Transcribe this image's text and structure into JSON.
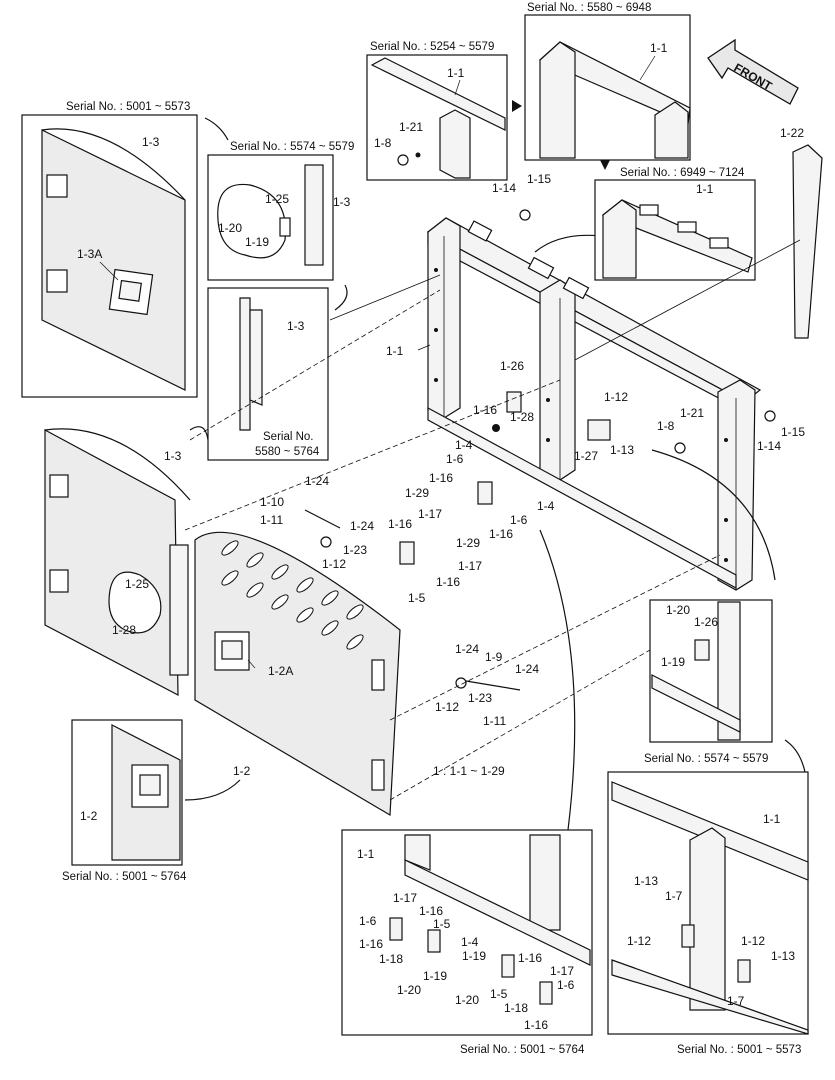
{
  "serials": {
    "s5580_6948": "Serial No. : 5580 ~ 6948",
    "s5254_5579": "Serial No. : 5254 ~ 5579",
    "s5001_5573_top": "Serial No. : 5001 ~ 5573",
    "s5574_5579_top": "Serial No. : 5574 ~ 5579",
    "s6949_7124": "Serial No. : 6949 ~ 7124",
    "s5580_5764_line1": "Serial No.",
    "s5580_5764_line2": "5580 ~ 5764",
    "s5574_5579_mid": "Serial No. : 5574 ~ 5579",
    "s5001_5764_left": "Serial No. : 5001 ~ 5764",
    "s5001_5764_bottom": "Serial No. : 5001 ~ 5764",
    "s5001_5573_bottom": "Serial No. : 5001 ~ 5573"
  },
  "front_arrow": "FRONT",
  "summary": "1 : 1-1 ~ 1-29",
  "parts": {
    "p1_1": "1-1",
    "p1_2": "1-2",
    "p1_2A": "1-2A",
    "p1_3": "1-3",
    "p1_3A": "1-3A",
    "p1_4": "1-4",
    "p1_5": "1-5",
    "p1_6": "1-6",
    "p1_7": "1-7",
    "p1_8": "1-8",
    "p1_9": "1-9",
    "p1_10": "1-10",
    "p1_11": "1-11",
    "p1_12": "1-12",
    "p1_13": "1-13",
    "p1_14": "1-14",
    "p1_15": "1-15",
    "p1_16": "1-16",
    "p1_17": "1-17",
    "p1_18": "1-18",
    "p1_19": "1-19",
    "p1_20": "1-20",
    "p1_21": "1-21",
    "p1_22": "1-22",
    "p1_23": "1-23",
    "p1_24": "1-24",
    "p1_25": "1-25",
    "p1_26": "1-26",
    "p1_27": "1-27",
    "p1_28": "1-28",
    "p1_29": "1-29"
  }
}
